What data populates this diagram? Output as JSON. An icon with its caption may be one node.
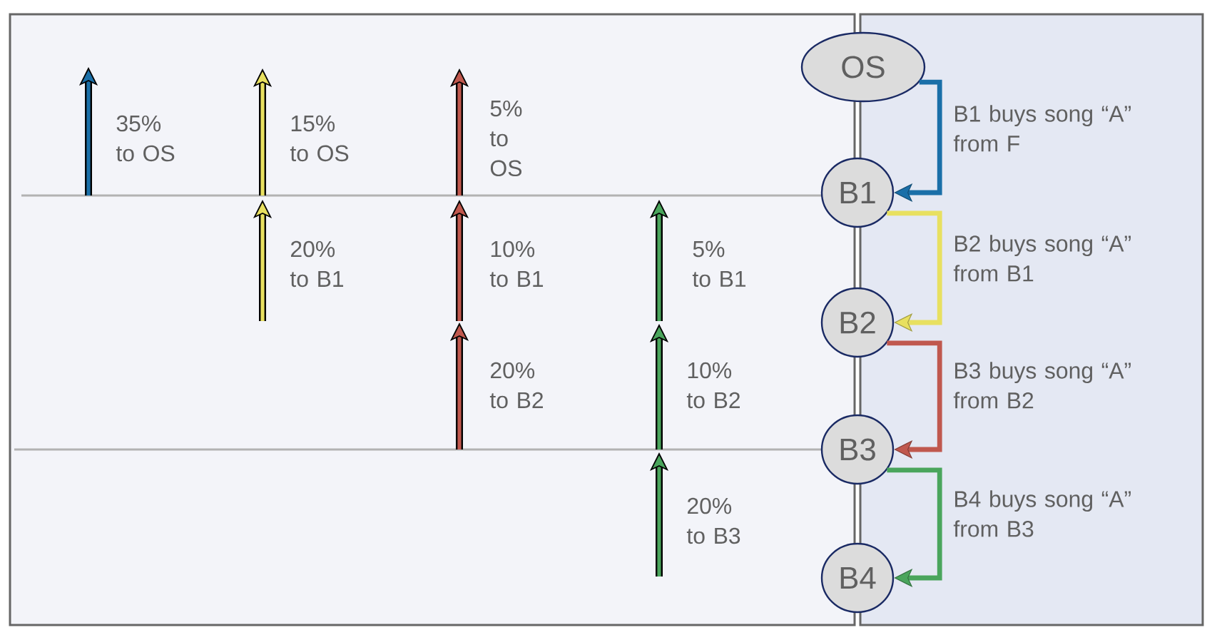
{
  "diagram": {
    "nodes": [
      {
        "text": [
          "OS"
        ]
      },
      {
        "text": [
          "B1"
        ]
      },
      {
        "text": [
          "B2"
        ]
      },
      {
        "text": [
          "B3"
        ]
      },
      {
        "text": [
          "B4"
        ]
      }
    ],
    "edges": [
      {
        "from": 0,
        "to": 1,
        "arrow": "to",
        "label": "B1 buys song “A” from F",
        "color": "#1a6fa8"
      },
      {
        "from": 1,
        "to": 2,
        "arrow": "to",
        "label": "B2 buys song “A” from B1",
        "color": "#e8e060"
      },
      {
        "from": 2,
        "to": 3,
        "arrow": "to",
        "label": "B3 buys song “A” from B2",
        "color": "#c0584e"
      },
      {
        "from": 3,
        "to": 4,
        "arrow": "to",
        "label": "B4 buys song “A” from B3",
        "color": "#4aa55c"
      }
    ],
    "labels": [
      "35% to OS",
      "15% to OS",
      "5% to OS",
      "20% to B1",
      "10% to B1",
      "5% to B1",
      "20% to B2",
      "10% to B2",
      "20% to B3"
    ]
  }
}
